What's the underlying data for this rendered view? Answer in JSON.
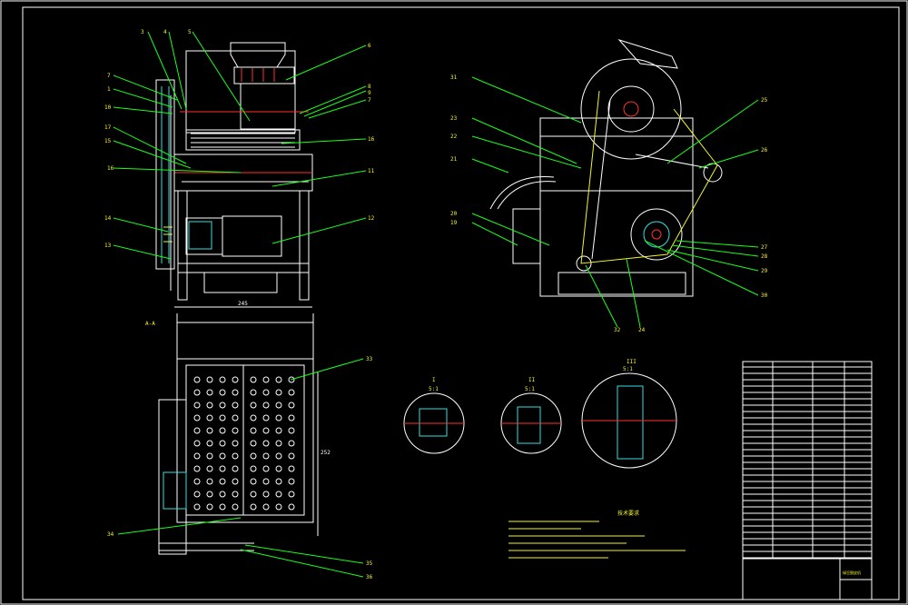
{
  "drawing": {
    "colors": {
      "background": "#000000",
      "outline": "#ffffff",
      "leader": "#18ff18",
      "centerline": "#ff3030",
      "label": "#f5f52a",
      "hatch": "#33e0e0"
    },
    "front_view": {
      "part_numbers": [
        "3",
        "4",
        "5",
        "6",
        "7",
        "1",
        "10",
        "17",
        "15",
        "16",
        "14",
        "13",
        "8",
        "9",
        "7",
        "16",
        "11",
        "12"
      ],
      "width_dim": "245"
    },
    "section_view": {
      "title": "A-A",
      "part_numbers": [
        "33",
        "34",
        "35",
        "36"
      ],
      "height_dim": "252"
    },
    "side_view": {
      "part_numbers": [
        "25",
        "23",
        "22",
        "21",
        "20",
        "19",
        "26",
        "27",
        "28",
        "29",
        "30",
        "32",
        "31",
        "24"
      ]
    },
    "details": [
      {
        "id": "detail-1",
        "mark": "I",
        "scale": "5:1"
      },
      {
        "id": "detail-2",
        "mark": "II",
        "scale": "5:1"
      },
      {
        "id": "detail-3",
        "mark": "III",
        "scale": "5:1"
      }
    ],
    "notes_title": "技术要求",
    "title_block": {
      "name": "绿豆脱皮机"
    }
  }
}
